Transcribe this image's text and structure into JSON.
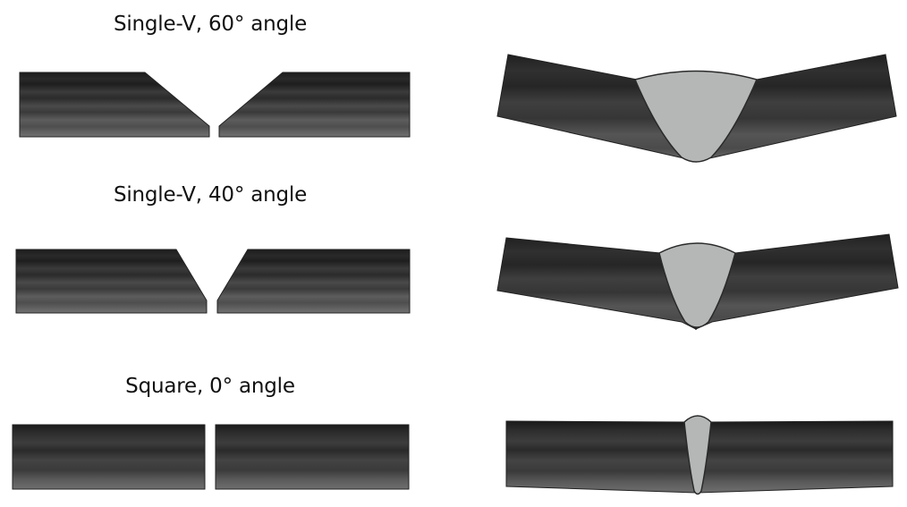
{
  "rows": [
    {
      "label": "Single-V, 60° angle"
    },
    {
      "label": "Single-V, 40° angle"
    },
    {
      "label": "Square, 0° angle"
    }
  ],
  "colors": {
    "plate_dark": "#1f1f1f",
    "plate_light": "#6e6e6e",
    "weld_fill": "#b4b6b6",
    "outline": "#2a2a2a",
    "background": "#ffffff"
  }
}
